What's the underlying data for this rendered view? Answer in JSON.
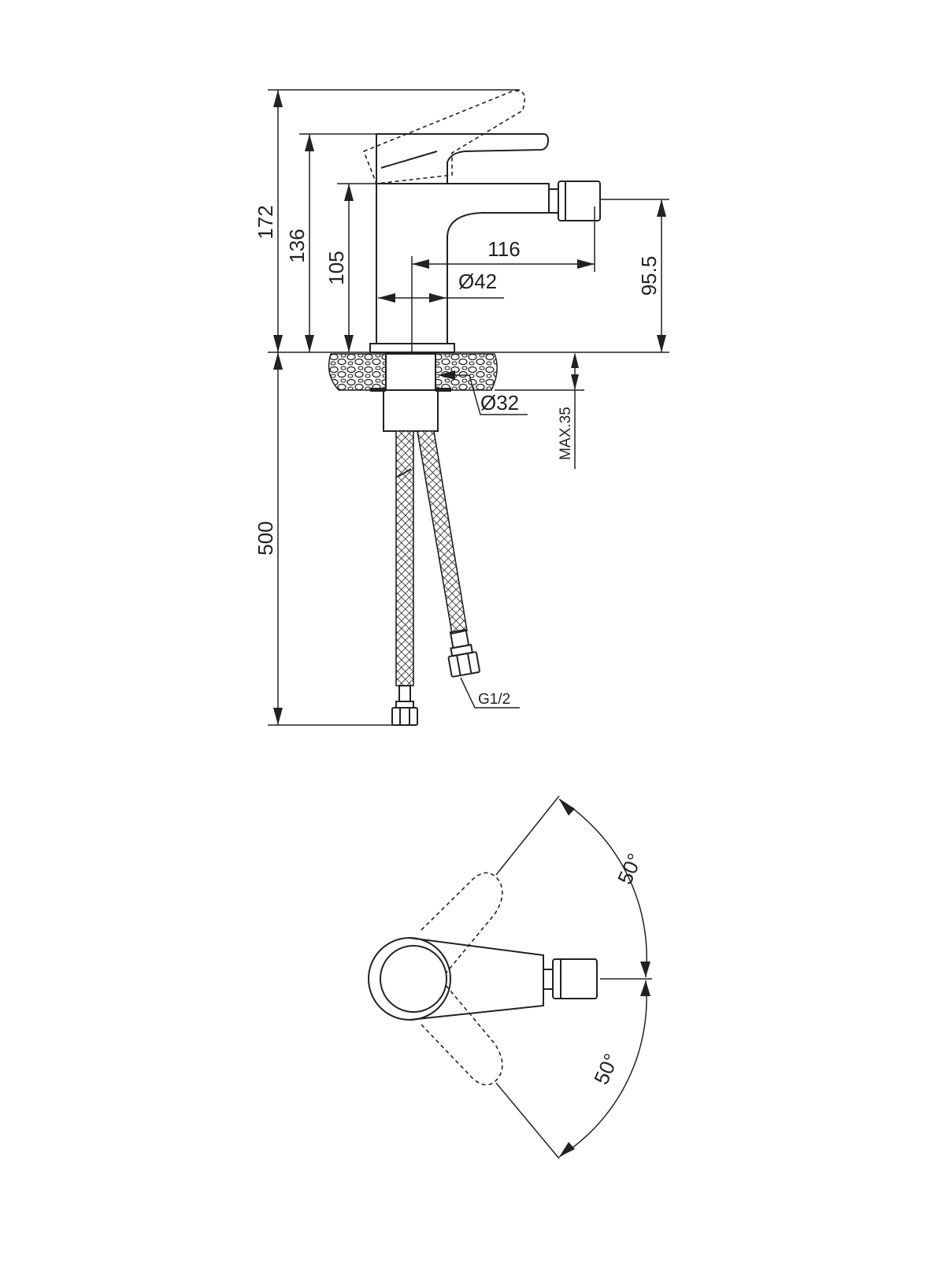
{
  "dimensions": {
    "total_height": "172",
    "lever_height": "136",
    "body_height": "105",
    "spout_height": "95.5",
    "spout_reach": "116",
    "body_diameter": "Ø42",
    "mount_hole_diameter": "Ø32",
    "max_deck_thickness": "MAX.35",
    "hose_length": "500",
    "thread_size": "G1/2",
    "rotation_left": "50°",
    "rotation_right": "50°"
  }
}
